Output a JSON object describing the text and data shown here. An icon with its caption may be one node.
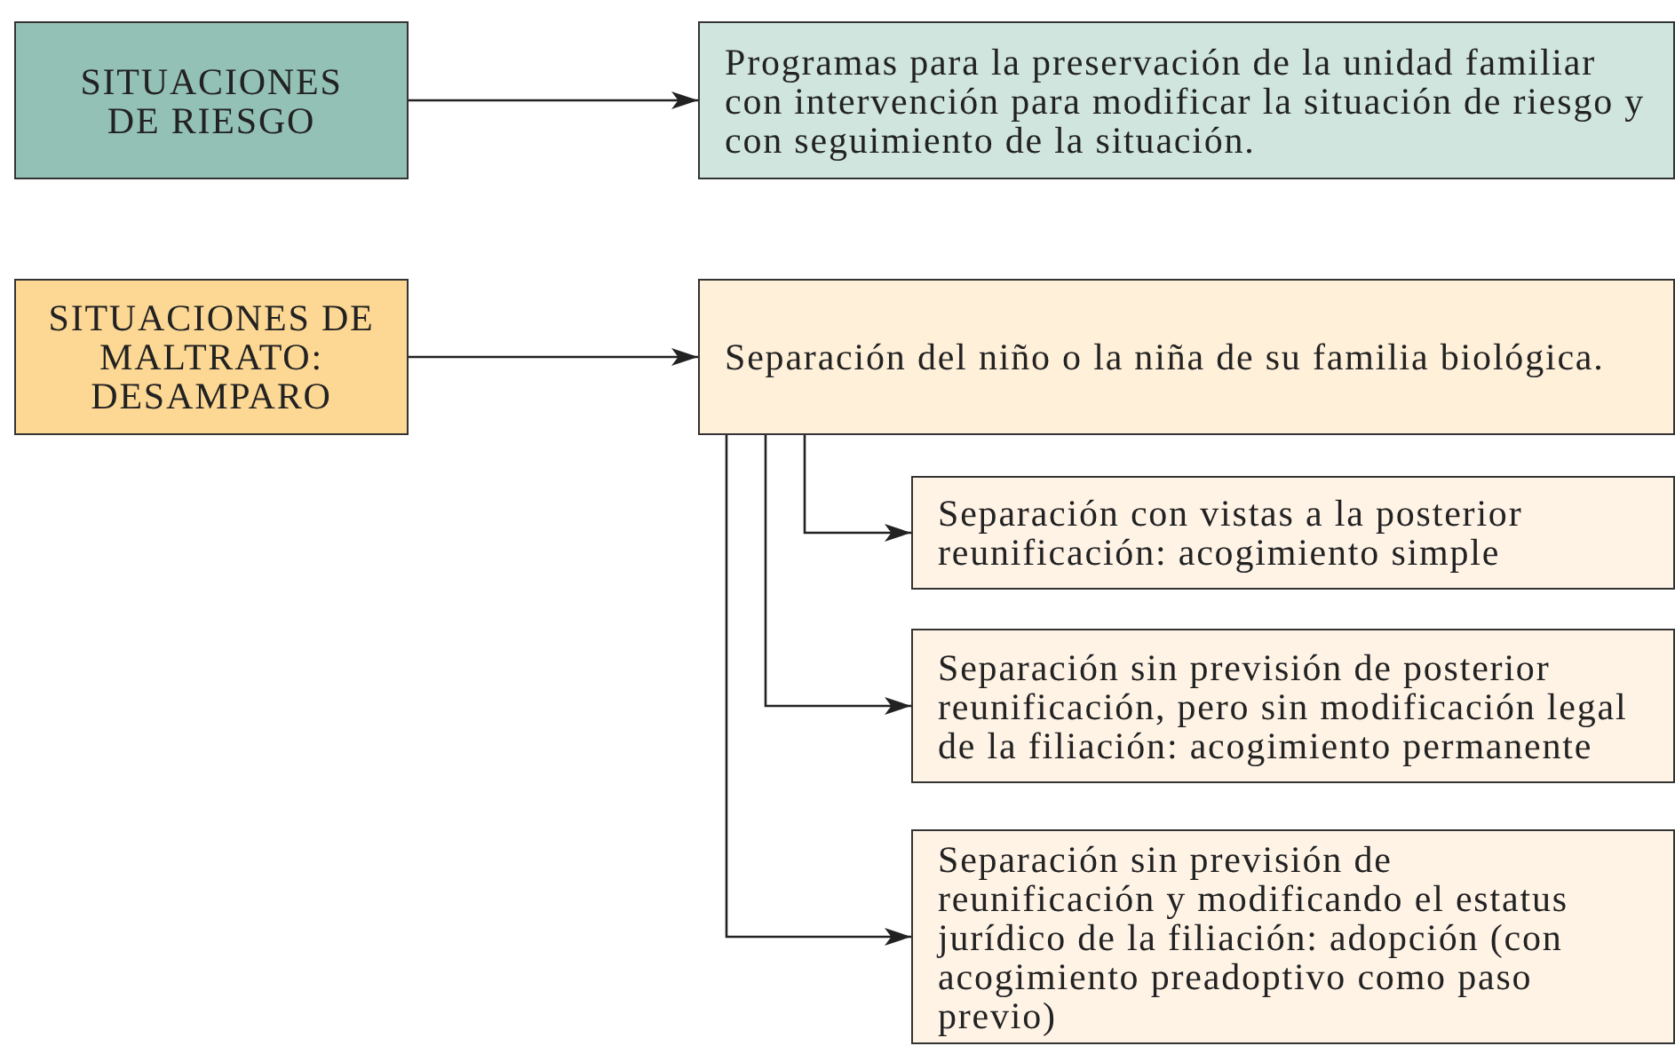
{
  "diagram": {
    "nodes": [
      {
        "text": [
          "SITUACIONES DE RIESGO"
        ]
      },
      {
        "text": [
          "Programas para la preservación de la unidad familiar con intervención para modificar la situación de riesgo y con seguimiento de la situación."
        ]
      },
      {
        "text": [
          "SITUACIONES DE MALTRATO: DESAMPARO"
        ]
      },
      {
        "text": [
          "Separación del niño o la niña de su familia biológica."
        ]
      },
      {
        "text": [
          "Separación con vistas a la posterior reunificación: acogimiento simple"
        ]
      },
      {
        "text": [
          "Separación sin previsión de posterior reunificación, pero sin modificación legal de la filiación: acogimiento permanente"
        ]
      },
      {
        "text": [
          "Separación sin previsión de reunificación y modificando el estatus jurídico de la filiación: adopción (con acogimiento preadoptivo como paso previo)"
        ]
      }
    ],
    "edges": [
      {
        "from": 0,
        "to": 1,
        "arrow": "to"
      },
      {
        "from": 2,
        "to": 3,
        "arrow": "to"
      },
      {
        "from": 3,
        "to": 4,
        "arrow": "to"
      },
      {
        "from": 3,
        "to": 5,
        "arrow": "to"
      },
      {
        "from": 3,
        "to": 6,
        "arrow": "to"
      }
    ]
  }
}
